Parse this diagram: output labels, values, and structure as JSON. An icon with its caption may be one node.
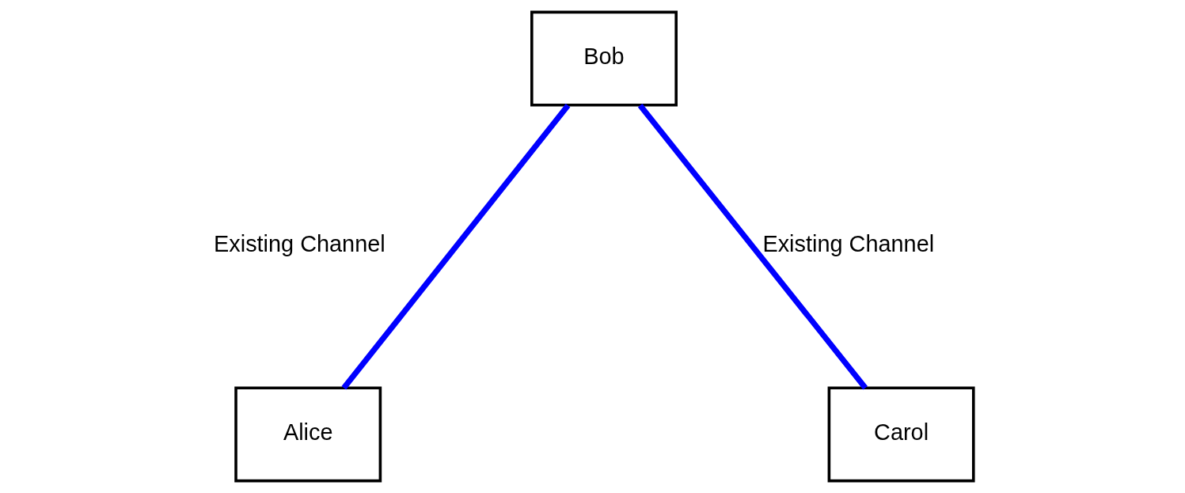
{
  "diagram": {
    "nodes": [
      {
        "text": [
          "Bob"
        ]
      },
      {
        "text": [
          "Alice"
        ]
      },
      {
        "text": [
          "Carol"
        ]
      }
    ],
    "edges": [
      {
        "from": 0,
        "to": 1,
        "arrow": "none",
        "label": "Existing Channel",
        "color": "#0000ff"
      },
      {
        "from": 0,
        "to": 2,
        "arrow": "none",
        "label": "Existing Channel",
        "color": "#0000ff"
      }
    ]
  }
}
